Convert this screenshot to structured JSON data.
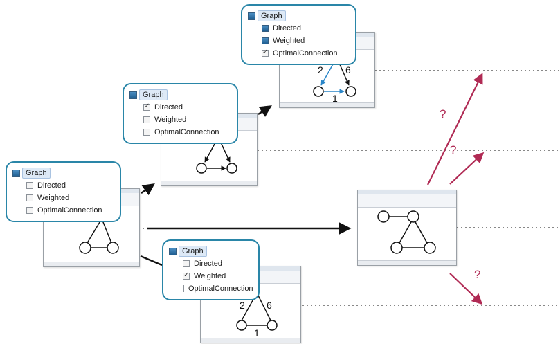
{
  "panels": [
    {
      "id": "initial",
      "title": "Graph",
      "options": [
        {
          "label": "Directed",
          "checked": false
        },
        {
          "label": "Weighted",
          "checked": false
        },
        {
          "label": "OptimalConnection",
          "checked": false
        }
      ]
    },
    {
      "id": "directed",
      "title": "Graph",
      "options": [
        {
          "label": "Directed",
          "checked": true
        },
        {
          "label": "Weighted",
          "checked": false
        },
        {
          "label": "OptimalConnection",
          "checked": false
        }
      ]
    },
    {
      "id": "optimal",
      "title": "Graph",
      "options": [
        {
          "label": "Directed",
          "checked": true
        },
        {
          "label": "Weighted",
          "checked": true
        },
        {
          "label": "OptimalConnection",
          "checked": true
        }
      ]
    },
    {
      "id": "weighted",
      "title": "Graph",
      "options": [
        {
          "label": "Directed",
          "checked": false
        },
        {
          "label": "Weighted",
          "checked": true
        },
        {
          "label": "OptimalConnection",
          "checked": false
        }
      ]
    }
  ],
  "edge_weights": {
    "optimal": [
      "2",
      "6",
      "1"
    ],
    "weighted": [
      "2",
      "6",
      "1"
    ]
  },
  "question_marks": [
    "?",
    "?",
    "?"
  ],
  "colors": {
    "panel_border": "#2a86a8",
    "unknown_arrow": "#b02a54",
    "highlight_edge": "#2a86c8"
  }
}
